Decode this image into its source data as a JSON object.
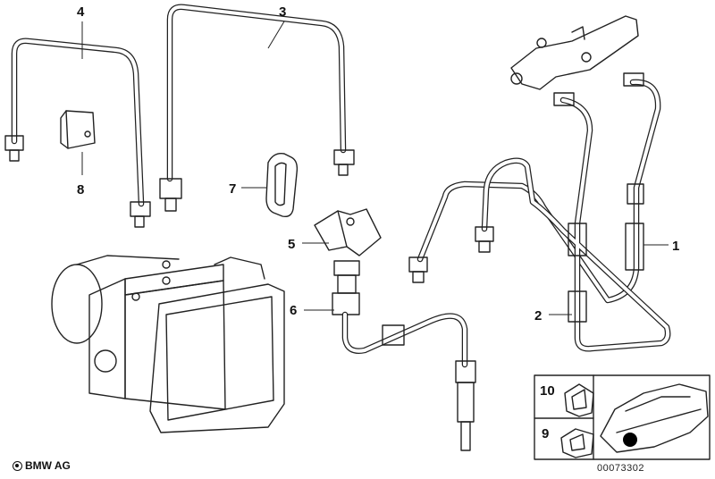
{
  "callouts": {
    "c1": "1",
    "c2": "2",
    "c3": "3",
    "c4": "4",
    "c5": "5",
    "c6": "6",
    "c7": "7",
    "c8": "8",
    "c9": "9",
    "c10": "10"
  },
  "footer": {
    "copyright": "BMW AG",
    "document_number": "00073302"
  },
  "colors": {
    "line": "#222222",
    "background": "#ffffff",
    "location_marker": "#000000"
  }
}
